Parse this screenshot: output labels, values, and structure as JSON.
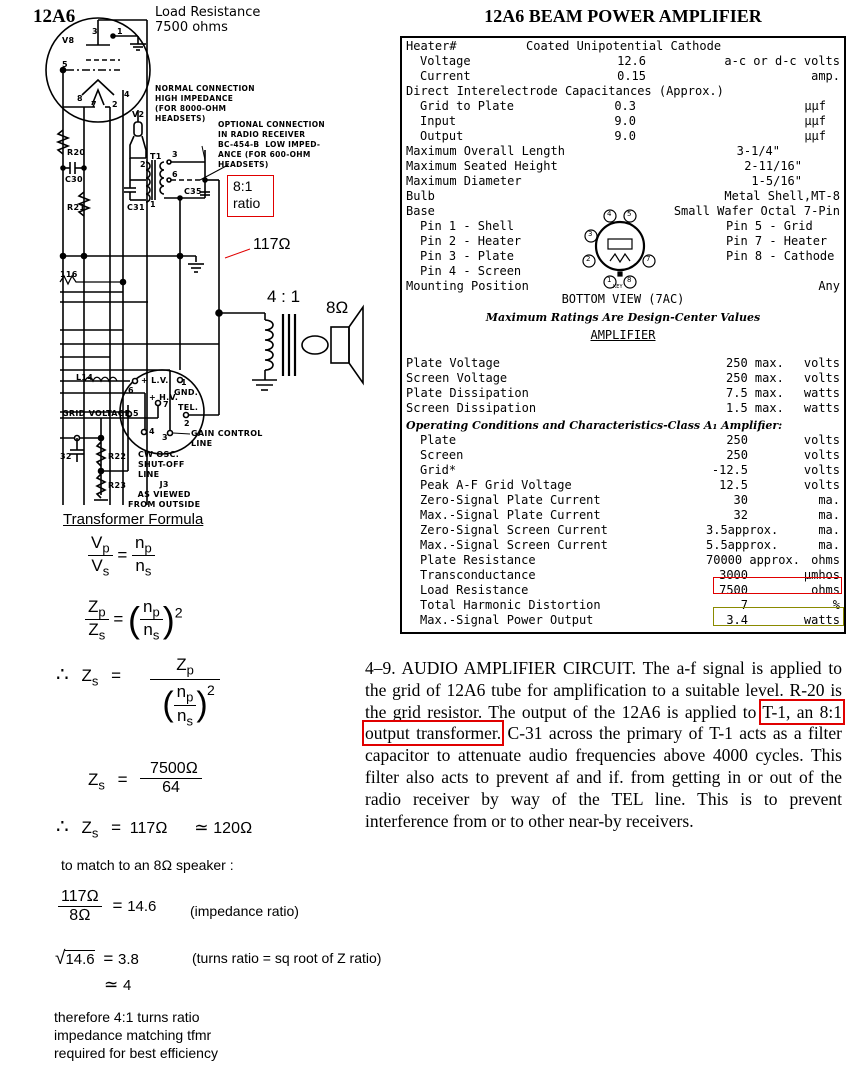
{
  "schematic": {
    "tube_title": "12A6",
    "load_note_line1": "Load Resistance",
    "load_note_line2": "7500 ohms",
    "labels": {
      "v8": "V8",
      "v2": "V2",
      "t1": "T1",
      "r20": "R20",
      "c30": "C30",
      "r21": "R21",
      "c31": "C31",
      "c35": "C35",
      "r116": "116",
      "l14": "L14",
      "r22": "R22",
      "r23": "R23",
      "c32": "32",
      "pin3": "3",
      "pin1": "1",
      "pin5": "5",
      "pin8": "8",
      "pin7": "7",
      "pin2": "2",
      "pin4": "4",
      "t1_pin2": "2",
      "t1_pin1": "1",
      "t1_pin3": "3",
      "t1_pin6": "6"
    },
    "normal_connection": "NORMAL CONNECTION\nHIGH IMPEDANCE\n(FOR 8000-OHM\nHEADSETS)",
    "optional_connection": "OPTIONAL CONNECTION\nIN RADIO RECEIVER\nBC-454-B  LOW IMPED-\nANCE (FOR 600-OHM\nHEADSETS)",
    "ratio_box": {
      "line1": "8:1",
      "line2": "ratio"
    },
    "impedance_label": "117Ω",
    "output_transformer_ratio": "4 : 1",
    "speaker_impedance": "8Ω",
    "jack": {
      "lv": "+ L.V.",
      "lv_pin": "6",
      "hv": "+ H.V.",
      "hv_pin": "7",
      "gnd": "GND.",
      "gnd_pin": "1",
      "tel": "TEL.",
      "tel_pin": "2",
      "grid_voltage": "GRID VOLTAGE",
      "grid_pin": "5",
      "cw_pin": "4",
      "gain_pin": "3",
      "gain_control": "GAIN CONTROL\nLINE",
      "cw_osc": "CW OSC.\nSHUT-OFF\nLINE",
      "j3": "J3\nAS VIEWED\nFROM OUTSIDE"
    },
    "annotation_color": "#e00000"
  },
  "datasheet": {
    "title": "12A6  BEAM POWER AMPLIFIER",
    "heater": {
      "label": "Heater#",
      "type": "Coated Unipotential Cathode"
    },
    "heater_rows": [
      {
        "label": "Voltage",
        "value": "12.6",
        "unit": "a-c or d-c volts"
      },
      {
        "label": "Current",
        "value": "0.15",
        "unit": "amp."
      }
    ],
    "capacitances_header": "Direct Interelectrode Capacitances (Approx.)",
    "capacitance_rows": [
      {
        "label": "Grid to Plate",
        "value": "0.3",
        "unit": "µµf"
      },
      {
        "label": "Input",
        "value": "9.0",
        "unit": "µµf"
      },
      {
        "label": "Output",
        "value": "9.0",
        "unit": "µµf"
      }
    ],
    "dimension_rows": [
      {
        "label": "Maximum Overall Length",
        "value": "3-1/4\""
      },
      {
        "label": "Maximum Seated Height",
        "value": "2-11/16\""
      },
      {
        "label": "Maximum Diameter",
        "value": "1-5/16\""
      },
      {
        "label": "Bulb",
        "value": "Metal Shell,MT-8"
      },
      {
        "label": "Base",
        "value": "Small Wafer Octal 7-Pin"
      }
    ],
    "pins_left": [
      "Pin 1 - Shell",
      "Pin 2 - Heater",
      "Pin 3 - Plate",
      "Pin 4 - Screen"
    ],
    "pins_right": [
      "Pin 5 - Grid",
      "Pin 7 - Heater",
      "Pin 8 - Cathode"
    ],
    "mounting": {
      "label": "Mounting Position",
      "value": "Any"
    },
    "base_diagram": {
      "pins": [
        "1",
        "2",
        "3",
        "4",
        "5",
        "7",
        "8"
      ],
      "key": "KEY",
      "caption": "BOTTOM VIEW (7AC)"
    },
    "ratings_note": "Maximum Ratings  Are  Design-Center Values",
    "section": "AMPLIFIER",
    "max_ratings": [
      {
        "label": "Plate Voltage",
        "value": "250 max.",
        "unit": "volts"
      },
      {
        "label": "Screen Voltage",
        "value": "250 max.",
        "unit": "volts"
      },
      {
        "label": "Plate Dissipation",
        "value": "7.5 max.",
        "unit": "watts"
      },
      {
        "label": "Screen Dissipation",
        "value": "1.5 max.",
        "unit": "watts"
      }
    ],
    "operating_header": "Operating Conditions and Characteristics-Class A₁ Amplifier:",
    "operating_rows": [
      {
        "label": "Plate",
        "value": "250",
        "unit": "volts"
      },
      {
        "label": "Screen",
        "value": "250",
        "unit": "volts"
      },
      {
        "label": "Grid*",
        "value": "-12.5",
        "unit": "volts"
      },
      {
        "label": "Peak A-F Grid Voltage",
        "value": "12.5",
        "unit": "volts"
      },
      {
        "label": "Zero-Signal Plate Current",
        "value": "30",
        "unit": "ma."
      },
      {
        "label": "Max.-Signal Plate Current",
        "value": "32",
        "unit": "ma."
      },
      {
        "label": "Zero-Signal Screen Current",
        "value": "3.5approx.",
        "unit": "ma."
      },
      {
        "label": "Max.-Signal Screen Current",
        "value": "5.5approx.",
        "unit": "ma."
      },
      {
        "label": "Plate Resistance",
        "value": "70000 approx.",
        "unit": "ohms"
      },
      {
        "label": "Transconductance",
        "value": "3000",
        "unit": "µmhos"
      },
      {
        "label": "Load Resistance",
        "value": "7500",
        "unit": "ohms"
      },
      {
        "label": "Total Harmonic Distortion",
        "value": "7",
        "unit": "%"
      },
      {
        "label": "Max.-Signal Power Output",
        "value": "3.4",
        "unit": "watts"
      }
    ],
    "highlight_colors": {
      "load": "#e00000",
      "power": "#8a8a00"
    }
  },
  "article": {
    "before": "4–9. AUDIO AMPLIFIER CIRCUIT. The a-f signal is applied to the grid of 12A6 tube for amplification to a suitable level. R-20 is the grid resistor. The output of the 12A6 is applied to ",
    "highlight": "T-1, an 8:1 output transformer.",
    "after": " C-31 across the primary of T-1 acts as a filter capacitor to attenuate audio frequencies above 4000 cycles. This filter also acts to prevent af and if. from getting in or out of the radio receiver by way of the TEL line. This is to prevent interference from or to other near-by receivers."
  },
  "formulas": {
    "heading": "Transformer Formula",
    "Vp": "V",
    "p": "p",
    "Vs": "V",
    "s": "s",
    "n": "n",
    "Z": "Z",
    "eq": "=",
    "therefore": "∴",
    "sq": "2",
    "zs_num": "7500Ω",
    "zs_den": "64",
    "zs_result": "117Ω",
    "approx": "≃",
    "zs_round": "120Ω",
    "match_note": "to match to an 8Ω speaker :",
    "ratio_num": "117Ω",
    "ratio_den": "8Ω",
    "ratio_val": "14.6",
    "ratio_note": "(impedance ratio)",
    "sqrt_arg": "14.6",
    "sqrt_val": "3.8",
    "sqrt_round": "4",
    "sqrt_note": "(turns ratio = sq root of Z ratio)",
    "conclusion": [
      "therefore 4:1 turns ratio",
      "impedance matching tfmr",
      "required for best efficiency"
    ]
  }
}
